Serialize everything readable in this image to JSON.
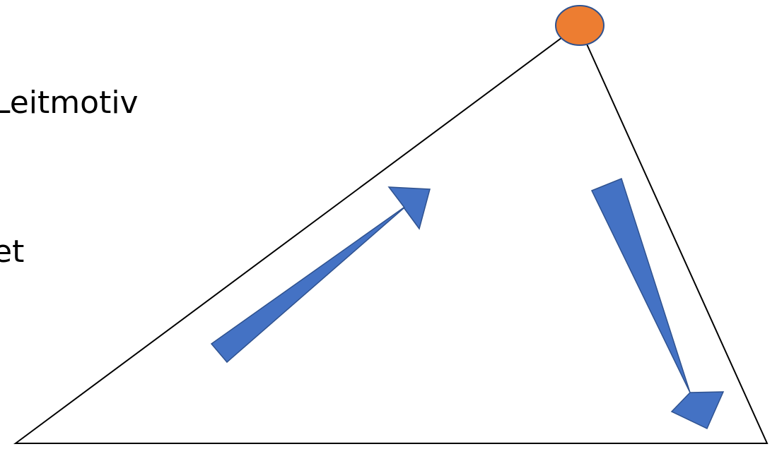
{
  "text_fragments": [
    "Leitmotiv",
    "et"
  ],
  "colors": {
    "background": "#ffffff",
    "outline": "#000000",
    "arrow_fill": "#4472c4",
    "arrow_stroke": "#2f528f",
    "node_fill": "#ed7d31",
    "node_stroke": "#2f528f"
  },
  "shapes": {
    "triangle": "outlined-triangle",
    "apex_marker": "filled-circle",
    "left_arrow": "arrow-up-right",
    "right_arrow": "arrow-down-right"
  }
}
